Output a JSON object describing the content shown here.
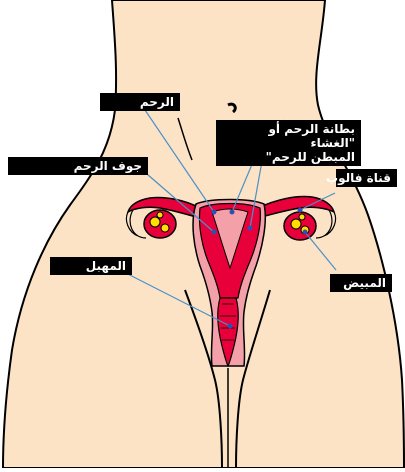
{
  "labels": {
    "uterus": "الرحم",
    "endometrium_line1": "بطانة الرحم أو \"الغشاء",
    "endometrium_line2": "المبطن للرحم\"",
    "uterine_cavity": "جوف الرحم",
    "fallopian_tube": "قناة فالوب",
    "vagina": "المهبل",
    "ovary": "المبيض"
  },
  "colors": {
    "skin": "#FCE3C6",
    "outline": "#000000",
    "organ_red": "#E8003A",
    "organ_pink": "#F4A0A8",
    "ovary_yellow": "#FFE000",
    "label_bg": "#000000",
    "label_text": "#FFFFFF",
    "pointer_line": "#4A90C8",
    "pointer_dot": "#3050B0"
  }
}
